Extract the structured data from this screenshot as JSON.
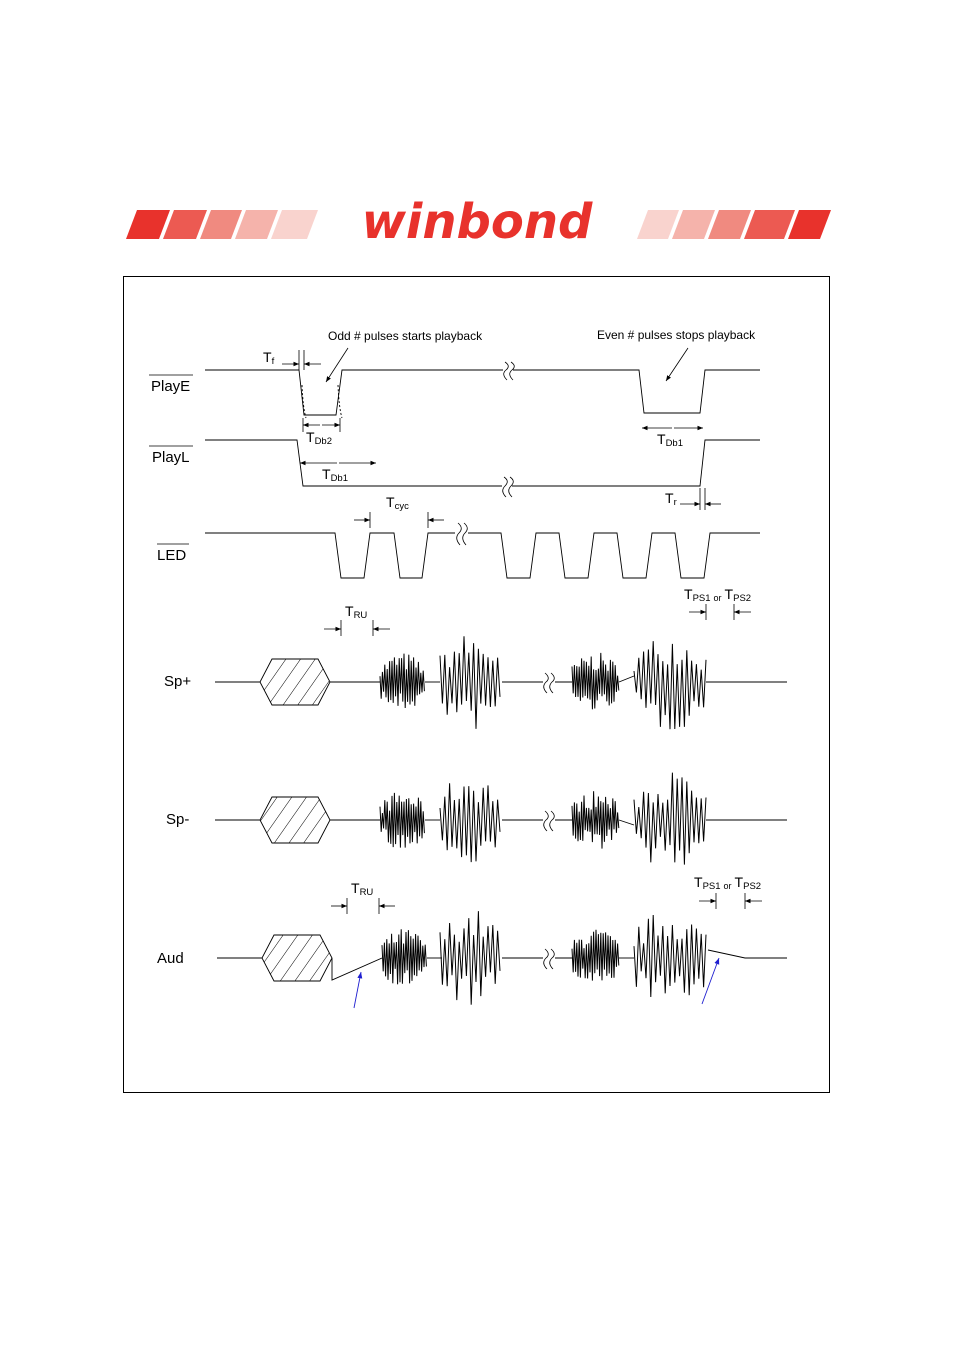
{
  "header": {
    "brand": "winbond",
    "colors": {
      "brand_red": "#e8322c",
      "stripe_mid": "#f08a80",
      "stripe_light": "#f8c6c0"
    }
  },
  "diagram": {
    "annotations": {
      "odd_pulses": "Odd # pulses starts playback",
      "even_pulses": "Even # pulses stops playback"
    },
    "signals": {
      "playe": "PlayE",
      "playl": "PlayL",
      "led": "LED",
      "spp": "Sp+",
      "spm": "Sp-",
      "aud": "Aud"
    },
    "timing": {
      "tf": {
        "main": "T",
        "sub": "f"
      },
      "tdb2": {
        "main": "T",
        "sub": "Db2"
      },
      "tdb1_playe": {
        "main": "T",
        "sub": "Db1"
      },
      "tdb1_playl": {
        "main": "T",
        "sub": "Db1"
      },
      "tr": {
        "main": "T",
        "sub": "r"
      },
      "tcyc": {
        "main": "T",
        "sub": "cyc"
      },
      "tru_sp": {
        "main": "T",
        "sub": "RU"
      },
      "tru_aud": {
        "main": "T",
        "sub": "RU"
      },
      "tps_sp": {
        "t1": "T",
        "s1": "PS1",
        "or": "or",
        "t2": "T",
        "s2": "PS2"
      },
      "tps_aud": {
        "t1": "T",
        "s1": "PS1",
        "or": "or",
        "t2": "T",
        "s2": "PS2"
      }
    },
    "colors": {
      "pointer_arrow": "#1f1fd0"
    }
  }
}
